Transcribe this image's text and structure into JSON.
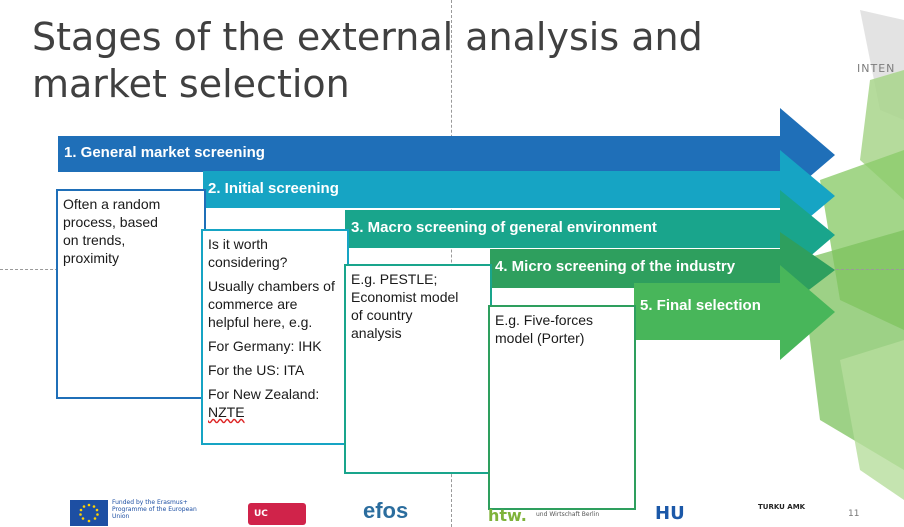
{
  "slide": {
    "title": "Stages of the external analysis and market selection",
    "corner_brand": "INTEN",
    "page_number": "11"
  },
  "colors": {
    "stage1": "#1f6fb8",
    "stage2": "#16a4c4",
    "stage3": "#19a58c",
    "stage4": "#2e9f5e",
    "stage5": "#48b65a",
    "decor_green": "#8ccc6b"
  },
  "stages": [
    {
      "label": "1. General market screening",
      "lines": [
        "Often a random",
        "process, based",
        "on trends,",
        "proximity"
      ]
    },
    {
      "label": "2. Initial screening",
      "lines": [
        "Is it worth considering?",
        "Usually chambers of commerce are helpful here, e.g.",
        "For Germany: IHK",
        "For the US: ITA",
        "For New Zealand:",
        "NZTE"
      ]
    },
    {
      "label": "3. Macro screening of general environment",
      "lines": [
        "E.g. PESTLE;",
        "Economist model",
        "of country",
        "analysis"
      ]
    },
    {
      "label": "4. Micro screening of the industry",
      "lines": [
        "E.g. Five-forces",
        "model (Porter)"
      ]
    },
    {
      "label": "5. Final selection"
    }
  ],
  "footer": {
    "eu_text": "Funded by the Erasmus+ Programme of the European Union",
    "uc_logo": "UC",
    "efos_logo": "efos",
    "htw_logo": "htw.",
    "htw_sub": "und Wirtschaft Berlin",
    "hu_logo": "HU",
    "turku_logo": "TURKU AMK"
  }
}
